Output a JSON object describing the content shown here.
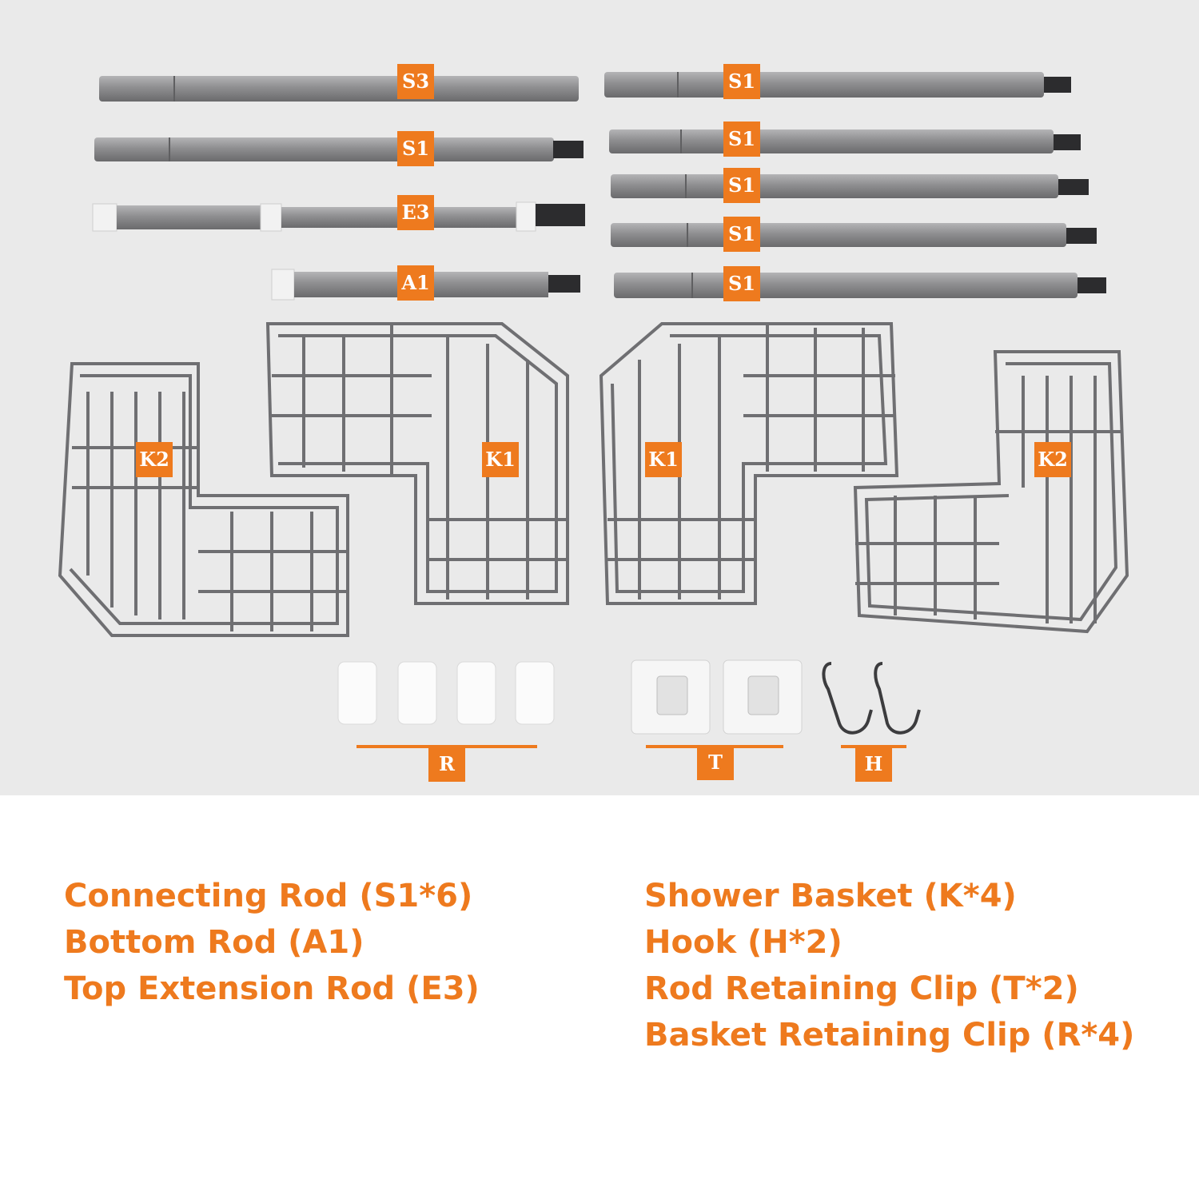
{
  "photo": {
    "background": "#eaeaea",
    "rod_color": "#8e8e90",
    "wire_color": "#6f6f72",
    "accent": "#ee7a1e"
  },
  "part_tags": {
    "s3": "S3",
    "s1": "S1",
    "e3": "E3",
    "a1": "A1",
    "k1": "K1",
    "k2": "K2",
    "r": "R",
    "t": "T",
    "h": "H"
  },
  "legend": {
    "left": [
      "Connecting Rod (S1*6)",
      "Bottom Rod (A1)",
      "Top Extension Rod (E3)"
    ],
    "right": [
      "Shower Basket (K*4)",
      "Hook (H*2)",
      "Rod Retaining Clip (T*2)",
      "Basket Retaining Clip (R*4)"
    ]
  }
}
